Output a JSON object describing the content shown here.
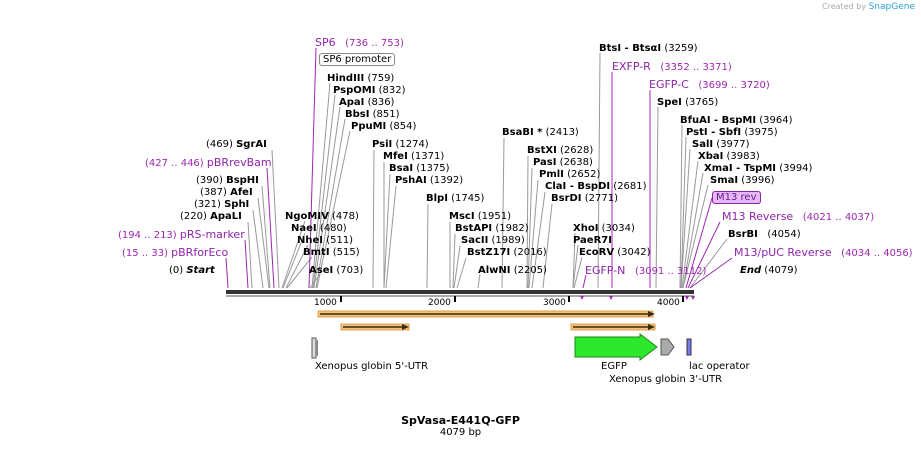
{
  "credit": {
    "prefix": "Created by",
    "brand": "SnapGene"
  },
  "plasmid": {
    "name": "SpVasa-E441Q-GFP",
    "length": "4079 bp"
  },
  "ticks": [
    "1000",
    "2000",
    "3000",
    "4000"
  ],
  "start_label": "Start",
  "start_pos": "(0)",
  "end_label": "End",
  "end_pos": "(4079)",
  "enzymes_left": [
    {
      "pos": "(469)",
      "name": "SgrAI"
    },
    {
      "pos": "(390)",
      "name": "BspHI"
    },
    {
      "pos": "(387)",
      "name": "AfeI"
    },
    {
      "pos": "(321)",
      "name": "SphI"
    },
    {
      "pos": "(220)",
      "name": "ApaLI"
    }
  ],
  "enzymes_mid": [
    {
      "name": "HindIII",
      "pos": "(759)"
    },
    {
      "name": "PspOMI",
      "pos": "(832)"
    },
    {
      "name": "ApaI",
      "pos": "(836)"
    },
    {
      "name": "BbsI",
      "pos": "(851)"
    },
    {
      "name": "PpuMI",
      "pos": "(854)"
    },
    {
      "name": "NgoMIV",
      "pos": "(478)"
    },
    {
      "name": "NaeI",
      "pos": "(480)"
    },
    {
      "name": "NheI",
      "pos": "(511)"
    },
    {
      "name": "BmtI",
      "pos": "(515)"
    },
    {
      "name": "AseI",
      "pos": "(703)"
    },
    {
      "name": "PsiI",
      "pos": "(1274)"
    },
    {
      "name": "MfeI",
      "pos": "(1371)"
    },
    {
      "name": "BsaI",
      "pos": "(1375)"
    },
    {
      "name": "PshAI",
      "pos": "(1392)"
    },
    {
      "name": "BlpI",
      "pos": "(1745)"
    },
    {
      "name": "MscI",
      "pos": "(1951)"
    },
    {
      "name": "BstAPI",
      "pos": "(1982)"
    },
    {
      "name": "SacII",
      "pos": "(1989)"
    },
    {
      "name": "BstZ17I",
      "pos": "(2016)"
    },
    {
      "name": "AlwNI",
      "pos": "(2205)"
    },
    {
      "name": "BsaBI *",
      "pos": "(2413)"
    },
    {
      "name": "BstXI",
      "pos": "(2628)"
    },
    {
      "name": "PasI",
      "pos": "(2638)"
    },
    {
      "name": "PmlI",
      "pos": "(2652)"
    },
    {
      "name": "ClaI  - BspDI",
      "pos": "(2681)"
    },
    {
      "name": "BsrDI",
      "pos": "(2771)"
    },
    {
      "name": "XhoI",
      "pos": "(3034)"
    },
    {
      "name": "PaeR7I",
      "pos": ""
    },
    {
      "name": "EcoRV",
      "pos": "(3042)"
    },
    {
      "name": "BtsI  - BtsαI",
      "pos": "(3259)"
    },
    {
      "name": "SpeI",
      "pos": "(3765)"
    },
    {
      "name": "BfuAI  - BspMI",
      "pos": "(3964)"
    },
    {
      "name": "PstI  - SbfI",
      "pos": "(3975)"
    },
    {
      "name": "SalI",
      "pos": "(3977)"
    },
    {
      "name": "XbaI",
      "pos": "(3983)"
    },
    {
      "name": "XmaI  - TspMI",
      "pos": "(3994)"
    },
    {
      "name": "SmaI",
      "pos": "(3996)"
    },
    {
      "name": "BsrBI",
      "pos": "(4054)"
    }
  ],
  "primers": [
    {
      "name": "SP6",
      "range": "(736 .. 753)"
    },
    {
      "name": "pBRrevBam",
      "range": "(427 .. 446)"
    },
    {
      "name": "pRS-marker",
      "range": "(194 .. 213)"
    },
    {
      "name": "pBRforEco",
      "range": "(15 .. 33)"
    },
    {
      "name": "EXFP-R",
      "range": "(3352 .. 3371)"
    },
    {
      "name": "EGFP-C",
      "range": "(3699 .. 3720)"
    },
    {
      "name": "EGFP-N",
      "range": "(3091 .. 3112)"
    },
    {
      "name": "M13 rev",
      "range": ""
    },
    {
      "name": "M13 Reverse",
      "range": "(4021 .. 4037)"
    },
    {
      "name": "M13/pUC Reverse",
      "range": "(4034 .. 4056)"
    }
  ],
  "promoter": "SP6 promoter",
  "features": {
    "utr5": "Xenopus globin 5'-UTR",
    "egfp": "EGFP",
    "utr3": "Xenopus globin 3'-UTR",
    "lacop": "lac operator"
  },
  "colors": {
    "enzyme": "#000000",
    "primer": "#9c27b0",
    "egfp": "#2ee82e",
    "orf": "#f5c07a",
    "backbone": "#333333"
  }
}
